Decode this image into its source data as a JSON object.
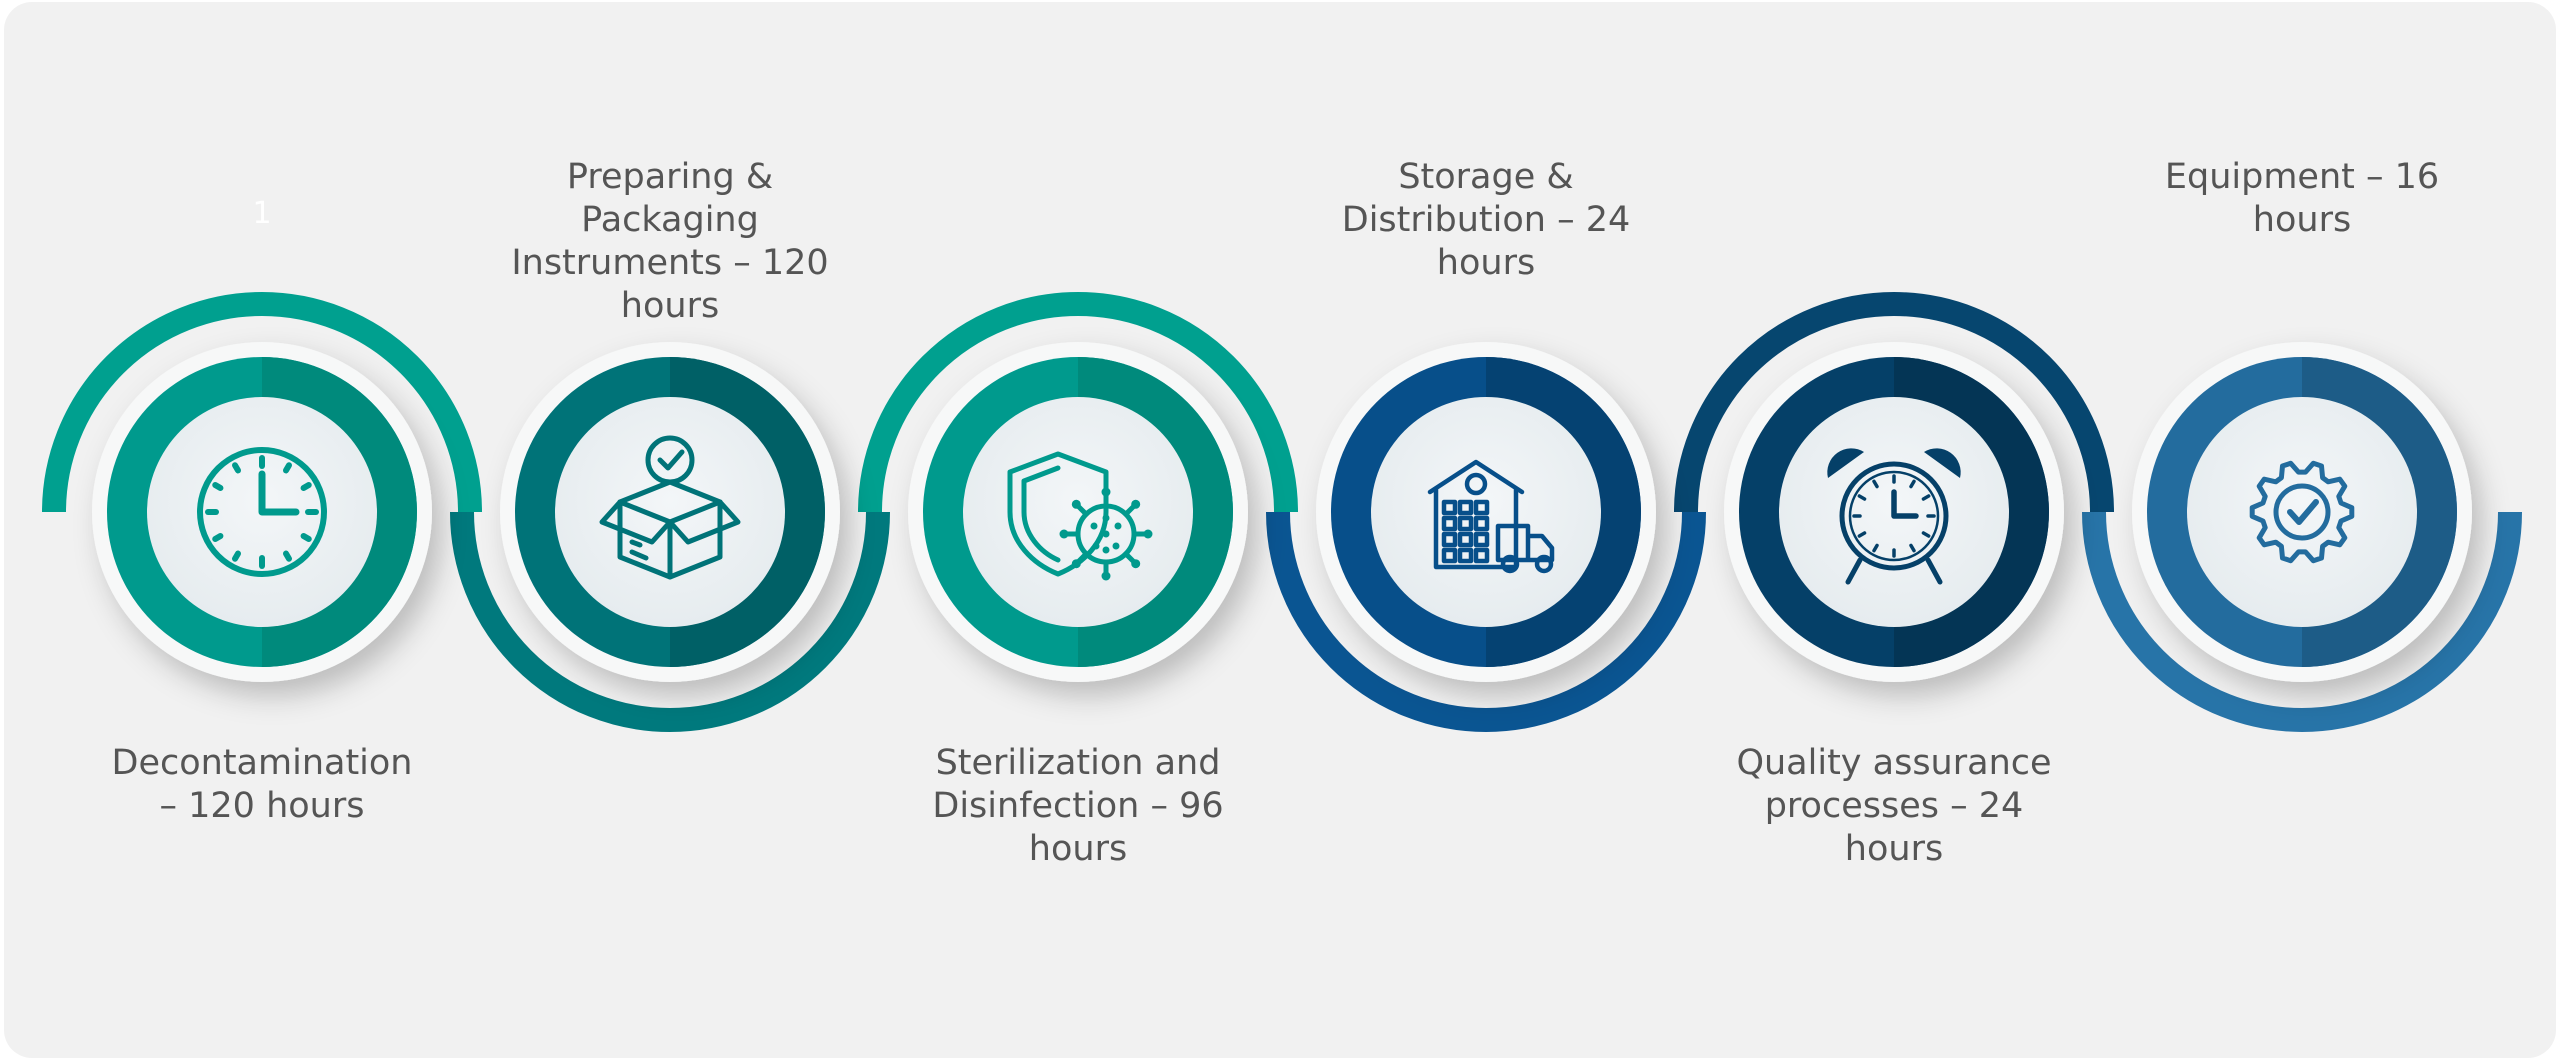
{
  "colors": {
    "background": "#f1f1f1",
    "text": "#555555",
    "teal": "#009a8d",
    "dark_teal": "#00777a",
    "blue": "#07518a",
    "dark_blue": "#05426b",
    "steel_blue": "#236ea0"
  },
  "steps": [
    {
      "label": "Decontamination\n– 120 hours",
      "number": "1",
      "icon": "clock-icon",
      "label_position": "bottom",
      "ring_color": "#009a8d",
      "ring_dark": "#008a7c",
      "arc_color": "#00a08f"
    },
    {
      "label": "Preparing &\nPackaging\nInstruments – 120\nhours",
      "number": "",
      "icon": "package-check-icon",
      "label_position": "top",
      "ring_color": "#007378",
      "ring_dark": "#006066",
      "arc_color": "#00797d"
    },
    {
      "label": "Sterilization and\nDisinfection – 96\nhours",
      "number": "",
      "icon": "shield-virus-icon",
      "label_position": "bottom",
      "ring_color": "#009a8d",
      "ring_dark": "#008a7c",
      "arc_color": "#00a08f"
    },
    {
      "label": "Storage &\nDistribution – 24\nhours",
      "number": "",
      "icon": "warehouse-truck-icon",
      "label_position": "top",
      "ring_color": "#074f8a",
      "ring_dark": "#054272",
      "arc_color": "#0a5592"
    },
    {
      "label": "Quality assurance\nprocesses – 24\nhours",
      "number": "",
      "icon": "alarm-clock-icon",
      "label_position": "bottom",
      "ring_color": "#054068",
      "ring_dark": "#043555",
      "arc_color": "#06466f"
    },
    {
      "label": "Equipment – 16\nhours",
      "number": "",
      "icon": "gear-check-icon",
      "label_position": "top",
      "ring_color": "#236c9e",
      "ring_dark": "#1d5c87",
      "arc_color": "#2774a8"
    }
  ]
}
